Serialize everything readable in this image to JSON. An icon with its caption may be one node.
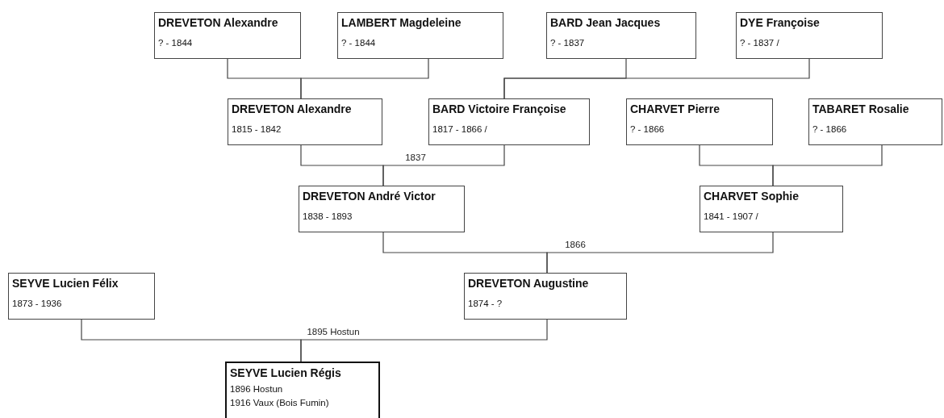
{
  "diagram": {
    "nodes": [
      {
        "text": [
          "DREVETON Alexandre",
          "? - 1844"
        ]
      },
      {
        "text": [
          "LAMBERT Magdeleine",
          "? - 1844"
        ]
      },
      {
        "text": [
          "BARD Jean Jacques",
          "? - 1837"
        ]
      },
      {
        "text": [
          "DYE Françoise",
          "? - 1837 /"
        ]
      },
      {
        "text": [
          "DREVETON Alexandre",
          "1815 - 1842"
        ]
      },
      {
        "text": [
          "BARD Victoire Françoise",
          "1817 - 1866 /"
        ]
      },
      {
        "text": [
          "CHARVET Pierre",
          "? - 1866"
        ]
      },
      {
        "text": [
          "TABARET Rosalie",
          "? - 1866"
        ]
      },
      {
        "text": [
          "DREVETON André Victor",
          "1838 - 1893"
        ]
      },
      {
        "text": [
          "CHARVET Sophie",
          "1841 - 1907 /"
        ]
      },
      {
        "text": [
          "SEYVE Lucien Félix",
          "1873 - 1936"
        ]
      },
      {
        "text": [
          "DREVETON Augustine",
          "1874 - ?"
        ]
      },
      {
        "text": [
          "SEYVE Lucien Régis",
          "1896 Hostun",
          "1916 Vaux (Bois Fumin)"
        ]
      }
    ],
    "edges": [
      {
        "from": 0,
        "to": 4,
        "arrow": "none"
      },
      {
        "from": 1,
        "to": 4,
        "arrow": "none"
      },
      {
        "from": 2,
        "to": 5,
        "arrow": "none"
      },
      {
        "from": 3,
        "to": 5,
        "arrow": "none"
      },
      {
        "from": 4,
        "to": 8,
        "arrow": "none"
      },
      {
        "from": 5,
        "to": 8,
        "arrow": "none",
        "label": "1837"
      },
      {
        "from": 6,
        "to": 9,
        "arrow": "none"
      },
      {
        "from": 7,
        "to": 9,
        "arrow": "none"
      },
      {
        "from": 8,
        "to": 11,
        "arrow": "none"
      },
      {
        "from": 9,
        "to": 11,
        "arrow": "none",
        "label": "1866"
      },
      {
        "from": 10,
        "to": 12,
        "arrow": "none"
      },
      {
        "from": 11,
        "to": 12,
        "arrow": "none",
        "label": "1895 Hostun"
      }
    ]
  }
}
